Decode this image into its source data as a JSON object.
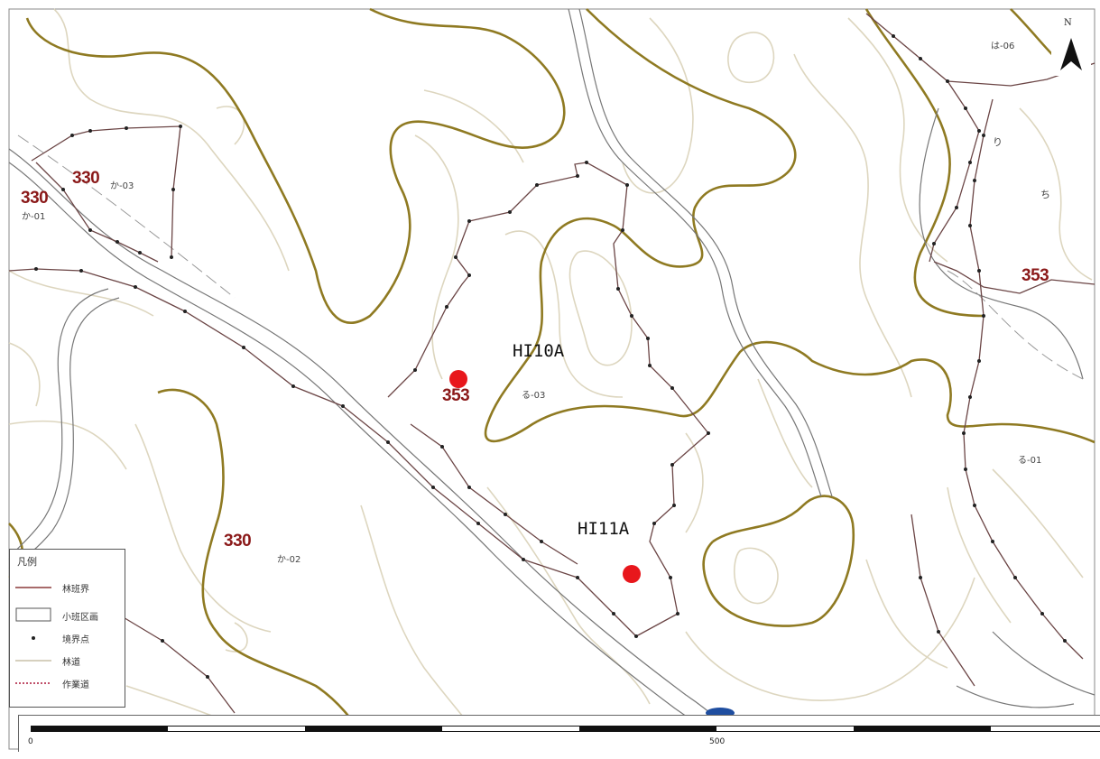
{
  "labels": {
    "elevations": [
      {
        "text": "330"
      },
      {
        "text": "330"
      },
      {
        "text": "353"
      },
      {
        "text": "353"
      },
      {
        "text": "330"
      }
    ],
    "compartments": [
      {
        "text": "か-03"
      },
      {
        "text": "か-01"
      },
      {
        "text": "る-03"
      },
      {
        "text": "か-02"
      },
      {
        "text": "る-01"
      },
      {
        "text": "は-06"
      },
      {
        "text": "り"
      },
      {
        "text": "ち"
      }
    ],
    "sites": [
      {
        "text": "HI10A"
      },
      {
        "text": "HI11A"
      }
    ]
  },
  "legend": {
    "title": "凡例",
    "items": [
      {
        "label": "林班界",
        "symbol": "line",
        "color": "#8b3a3a"
      },
      {
        "label": "小班区画",
        "symbol": "box",
        "color": "#555555"
      },
      {
        "label": "境界点",
        "symbol": "dot",
        "color": "#222222"
      },
      {
        "label": "林道",
        "symbol": "line",
        "color": "#c8c0a8"
      },
      {
        "label": "作業道",
        "symbol": "dashed",
        "color": "#c0506a"
      }
    ]
  },
  "north_arrow": {
    "label": "N",
    "icon": "north-arrow-icon"
  },
  "scale": {
    "ticks": [
      "0",
      "500"
    ]
  },
  "colors": {
    "contour_index": "#8f7a22",
    "contour": "#ddd6bf",
    "road": "#777777",
    "boundary": "#6b4545",
    "point": "#e8171c"
  }
}
